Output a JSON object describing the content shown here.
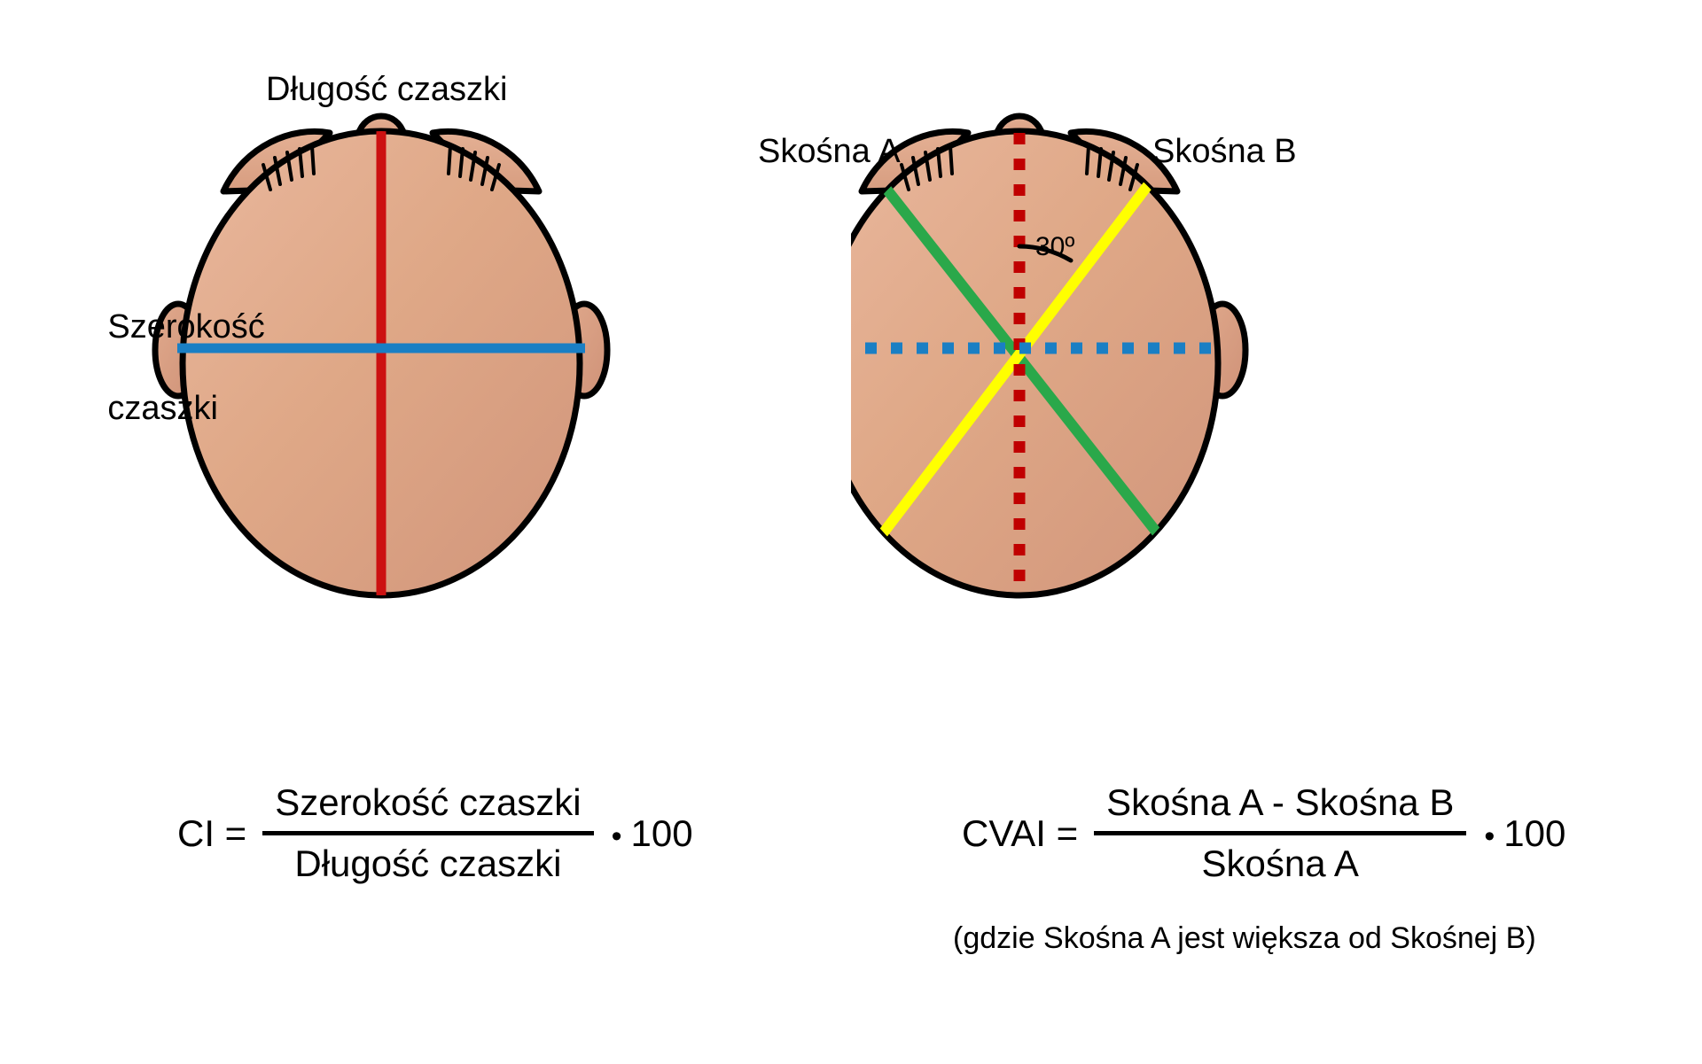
{
  "figure": {
    "type": "diagram",
    "description": "Two top-view infant skull diagrams illustrating cranial index (CI) and cranial vault asymmetry index (CVAI) measurements, labelled in Polish.",
    "background_color": "#ffffff"
  },
  "panels": [
    {
      "id": "ci",
      "labels": {
        "length": "Długość czaszki",
        "width_line1": "Szerokość",
        "width_line2": "czaszki"
      },
      "measurement_lines": [
        {
          "name": "skull-length-line",
          "color": "#cc1111",
          "style": "solid",
          "orientation": "vertical"
        },
        {
          "name": "skull-width-line",
          "color": "#1a7fc4",
          "style": "solid",
          "orientation": "horizontal"
        }
      ],
      "formula": {
        "lhs": "CI =",
        "numerator": "Szerokość czaszki",
        "denominator": "Długość czaszki",
        "operator": "•",
        "multiplier": "100"
      }
    },
    {
      "id": "cvai",
      "labels": {
        "diagonal_a": "Skośna A",
        "diagonal_b": "Skośna B",
        "angle": "30º"
      },
      "measurement_lines": [
        {
          "name": "midline-dotted",
          "color": "#c00000",
          "style": "dotted",
          "orientation": "vertical"
        },
        {
          "name": "transverse-dotted",
          "color": "#1a7fc4",
          "style": "dotted",
          "orientation": "horizontal"
        },
        {
          "name": "diagonal-a-line",
          "color": "#2aa84a",
          "style": "solid",
          "orientation": "diagonal-left"
        },
        {
          "name": "diagonal-b-line",
          "color": "#ffff00",
          "style": "solid",
          "orientation": "diagonal-right"
        }
      ],
      "formula": {
        "lhs": "CVAI =",
        "numerator": "Skośna A - Skośna B",
        "denominator": "Skośna A",
        "operator": "•",
        "multiplier": "100"
      },
      "note": "(gdzie Skośna A jest większa od Skośnej B)"
    }
  ],
  "colors": {
    "skin_light": "#e8b49a",
    "skin_mid": "#dca585",
    "skin_dark": "#d29a7f",
    "outline": "#000000",
    "red_solid": "#cc1111",
    "red_dotted": "#c00000",
    "blue": "#1a7fc4",
    "green": "#2aa84a",
    "yellow": "#ffff00"
  }
}
